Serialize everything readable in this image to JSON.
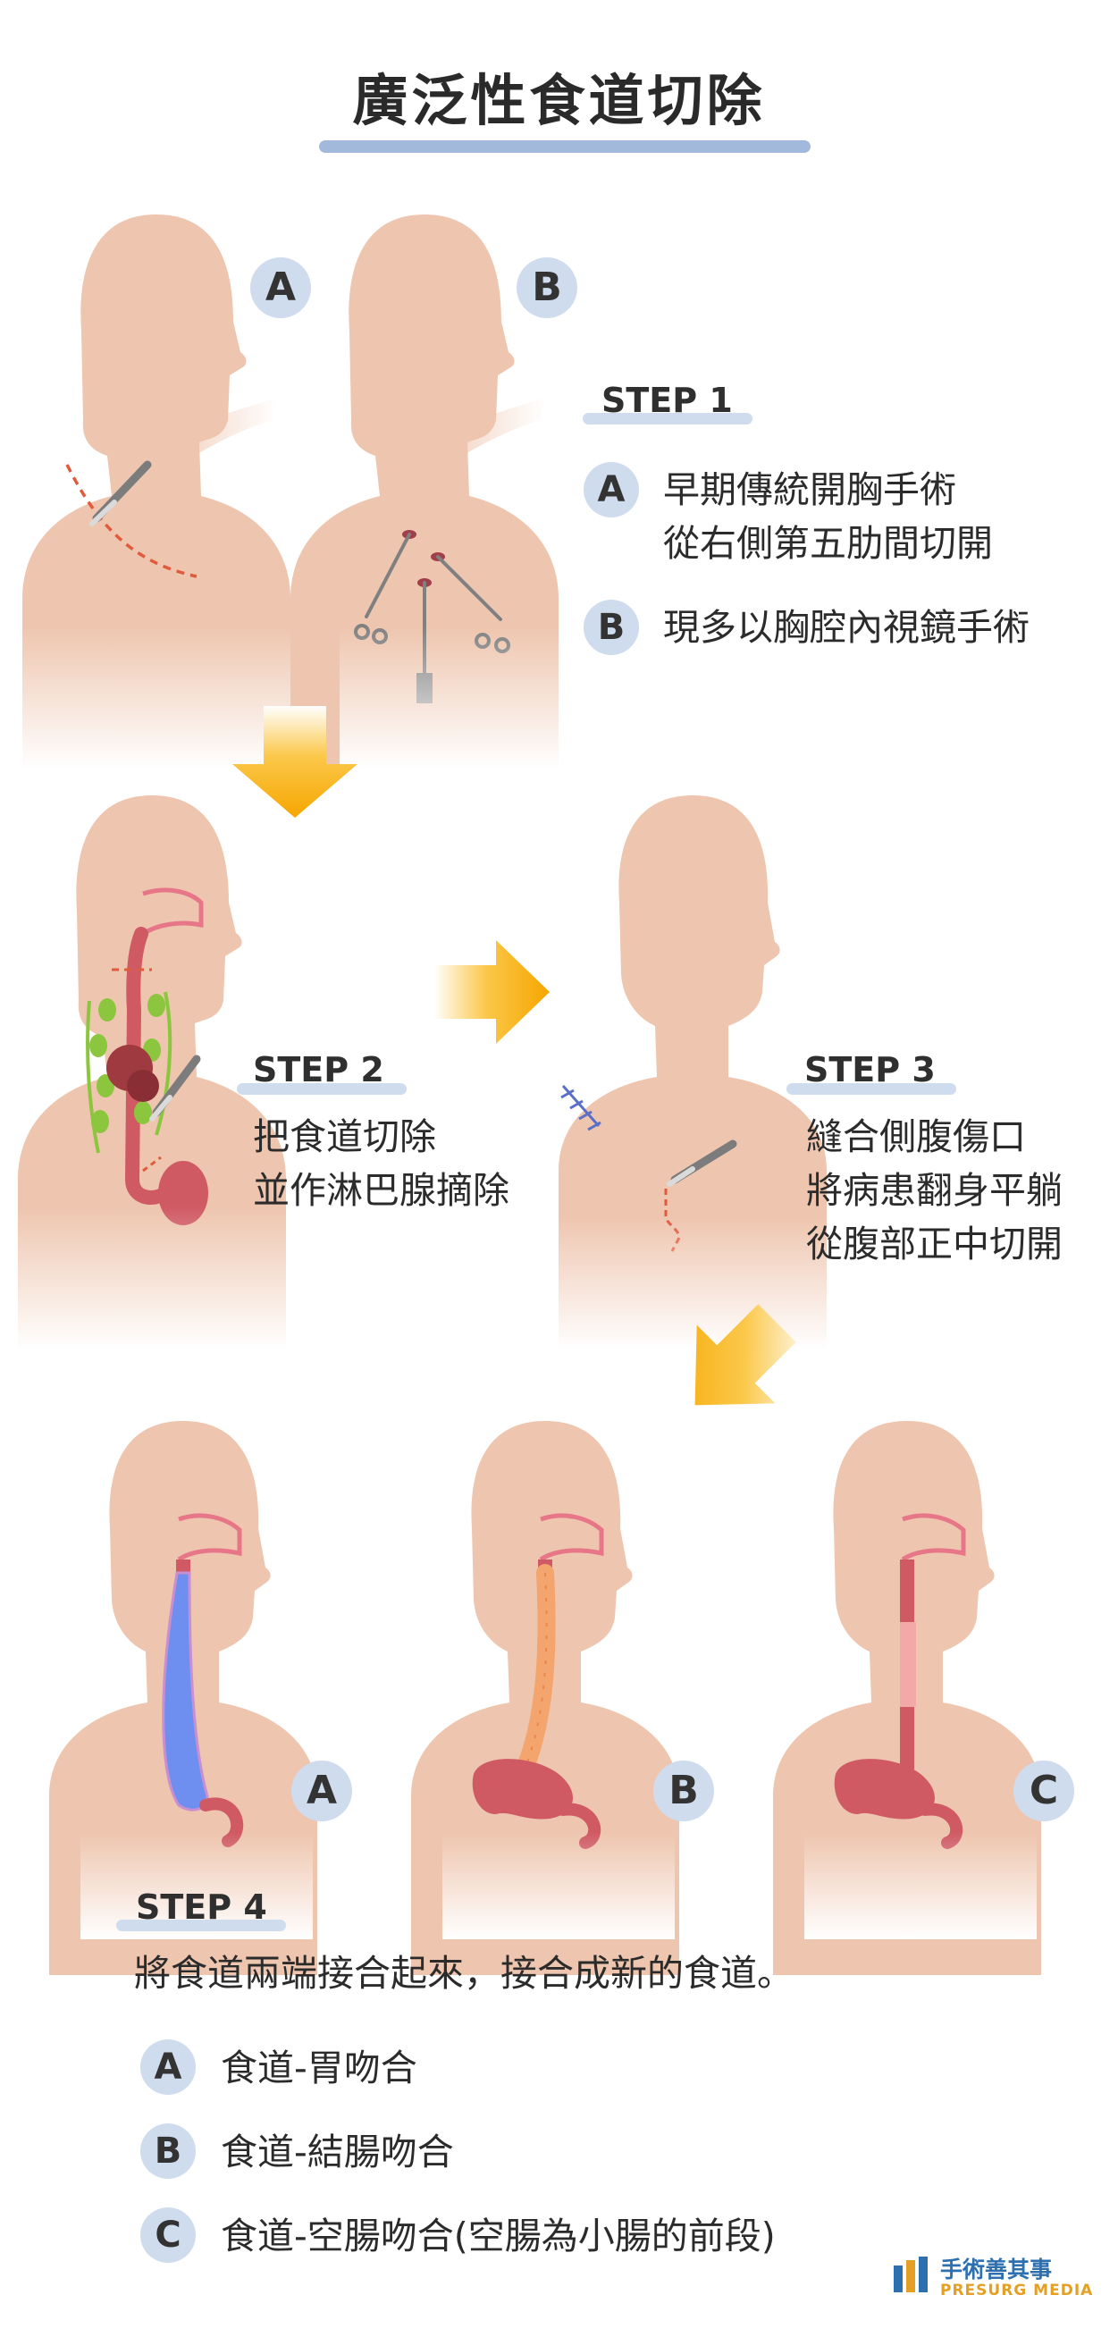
{
  "title": "廣泛性食道切除",
  "step1": {
    "label": "STEP 1",
    "badge_a": "A",
    "badge_b": "B",
    "item_a_line1": "早期傳統開胸手術",
    "item_a_line2": "從右側第五肋間切開",
    "item_b": "現多以胸腔內視鏡手術"
  },
  "step2": {
    "label": "STEP 2",
    "line1": "把食道切除",
    "line2": "並作淋巴腺摘除"
  },
  "step3": {
    "label": "STEP 3",
    "line1": "縫合側腹傷口",
    "line2": "將病患翻身平躺",
    "line3": "從腹部正中切開"
  },
  "step4": {
    "label": "STEP 4",
    "desc": "將食道兩端接合起來，接合成新的食道。",
    "badge_a": "A",
    "badge_b": "B",
    "badge_c": "C",
    "item_a": "食道-胃吻合",
    "item_b": "食道-結腸吻合",
    "item_c": "食道-空腸吻合(空腸為小腸的前段)"
  },
  "logo": {
    "name": "手術善其事",
    "sub": "PRESURG MEDIA"
  },
  "colors": {
    "skin": "#eec5ae",
    "esophagus": "#cf5a64",
    "arrow": "#f6ac10",
    "badge": "#cfdcee",
    "accent_bar": "#a3b9dc",
    "stomach_graft": "#6e8ff0",
    "colon_graft": "#f4a46d",
    "jejunum_graft": "#f3a9a8",
    "lymph": "#8cc63f"
  }
}
